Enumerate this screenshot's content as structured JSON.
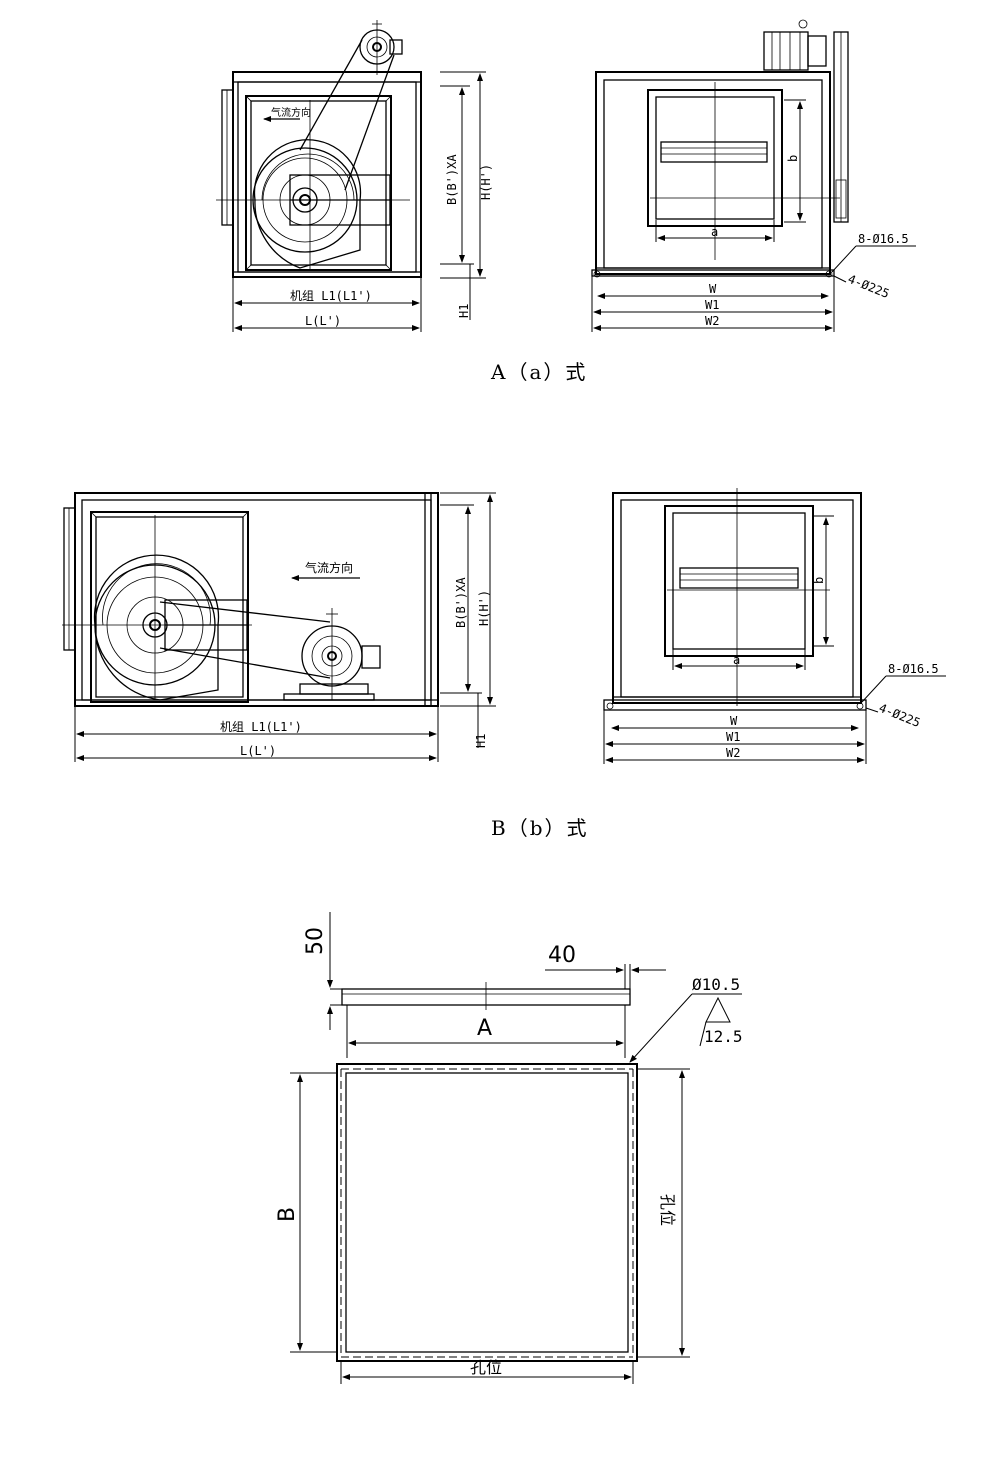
{
  "captions": {
    "type_a": "A（a）式",
    "type_b": "B（b）式"
  },
  "type_a": {
    "side": {
      "airflow": "气流方向",
      "height_inner": "B(B')XA",
      "height_outer": "H(H')",
      "base_height": "H1",
      "length_inner": "机组 L1(L1')",
      "length_outer": "L(L')"
    },
    "front": {
      "dim_a": "a",
      "dim_b": "b",
      "width": "W",
      "width_1": "W1",
      "width_2": "W2",
      "holes_top": "8-Ø16.5",
      "holes_bottom": "4-Ø225"
    }
  },
  "type_b": {
    "side": {
      "airflow": "气流方向",
      "height_inner": "B(B')XA",
      "height_outer": "H(H')",
      "base_height": "H1",
      "length_inner": "机组 L1(L1')",
      "length_outer": "L(L')"
    },
    "front": {
      "dim_a": "a",
      "dim_b": "b",
      "width": "W",
      "width_1": "W1",
      "width_2": "W2",
      "holes_top": "8-Ø16.5",
      "holes_bottom": "4-Ø225"
    }
  },
  "flange": {
    "thickness": "50",
    "edge_width": "40",
    "hole_dia": "Ø10.5",
    "hole_pitch": "12.5",
    "dim_a": "A",
    "dim_b": "B",
    "hole_pos_right": "孔位",
    "hole_pos_bottom": "孔位"
  }
}
